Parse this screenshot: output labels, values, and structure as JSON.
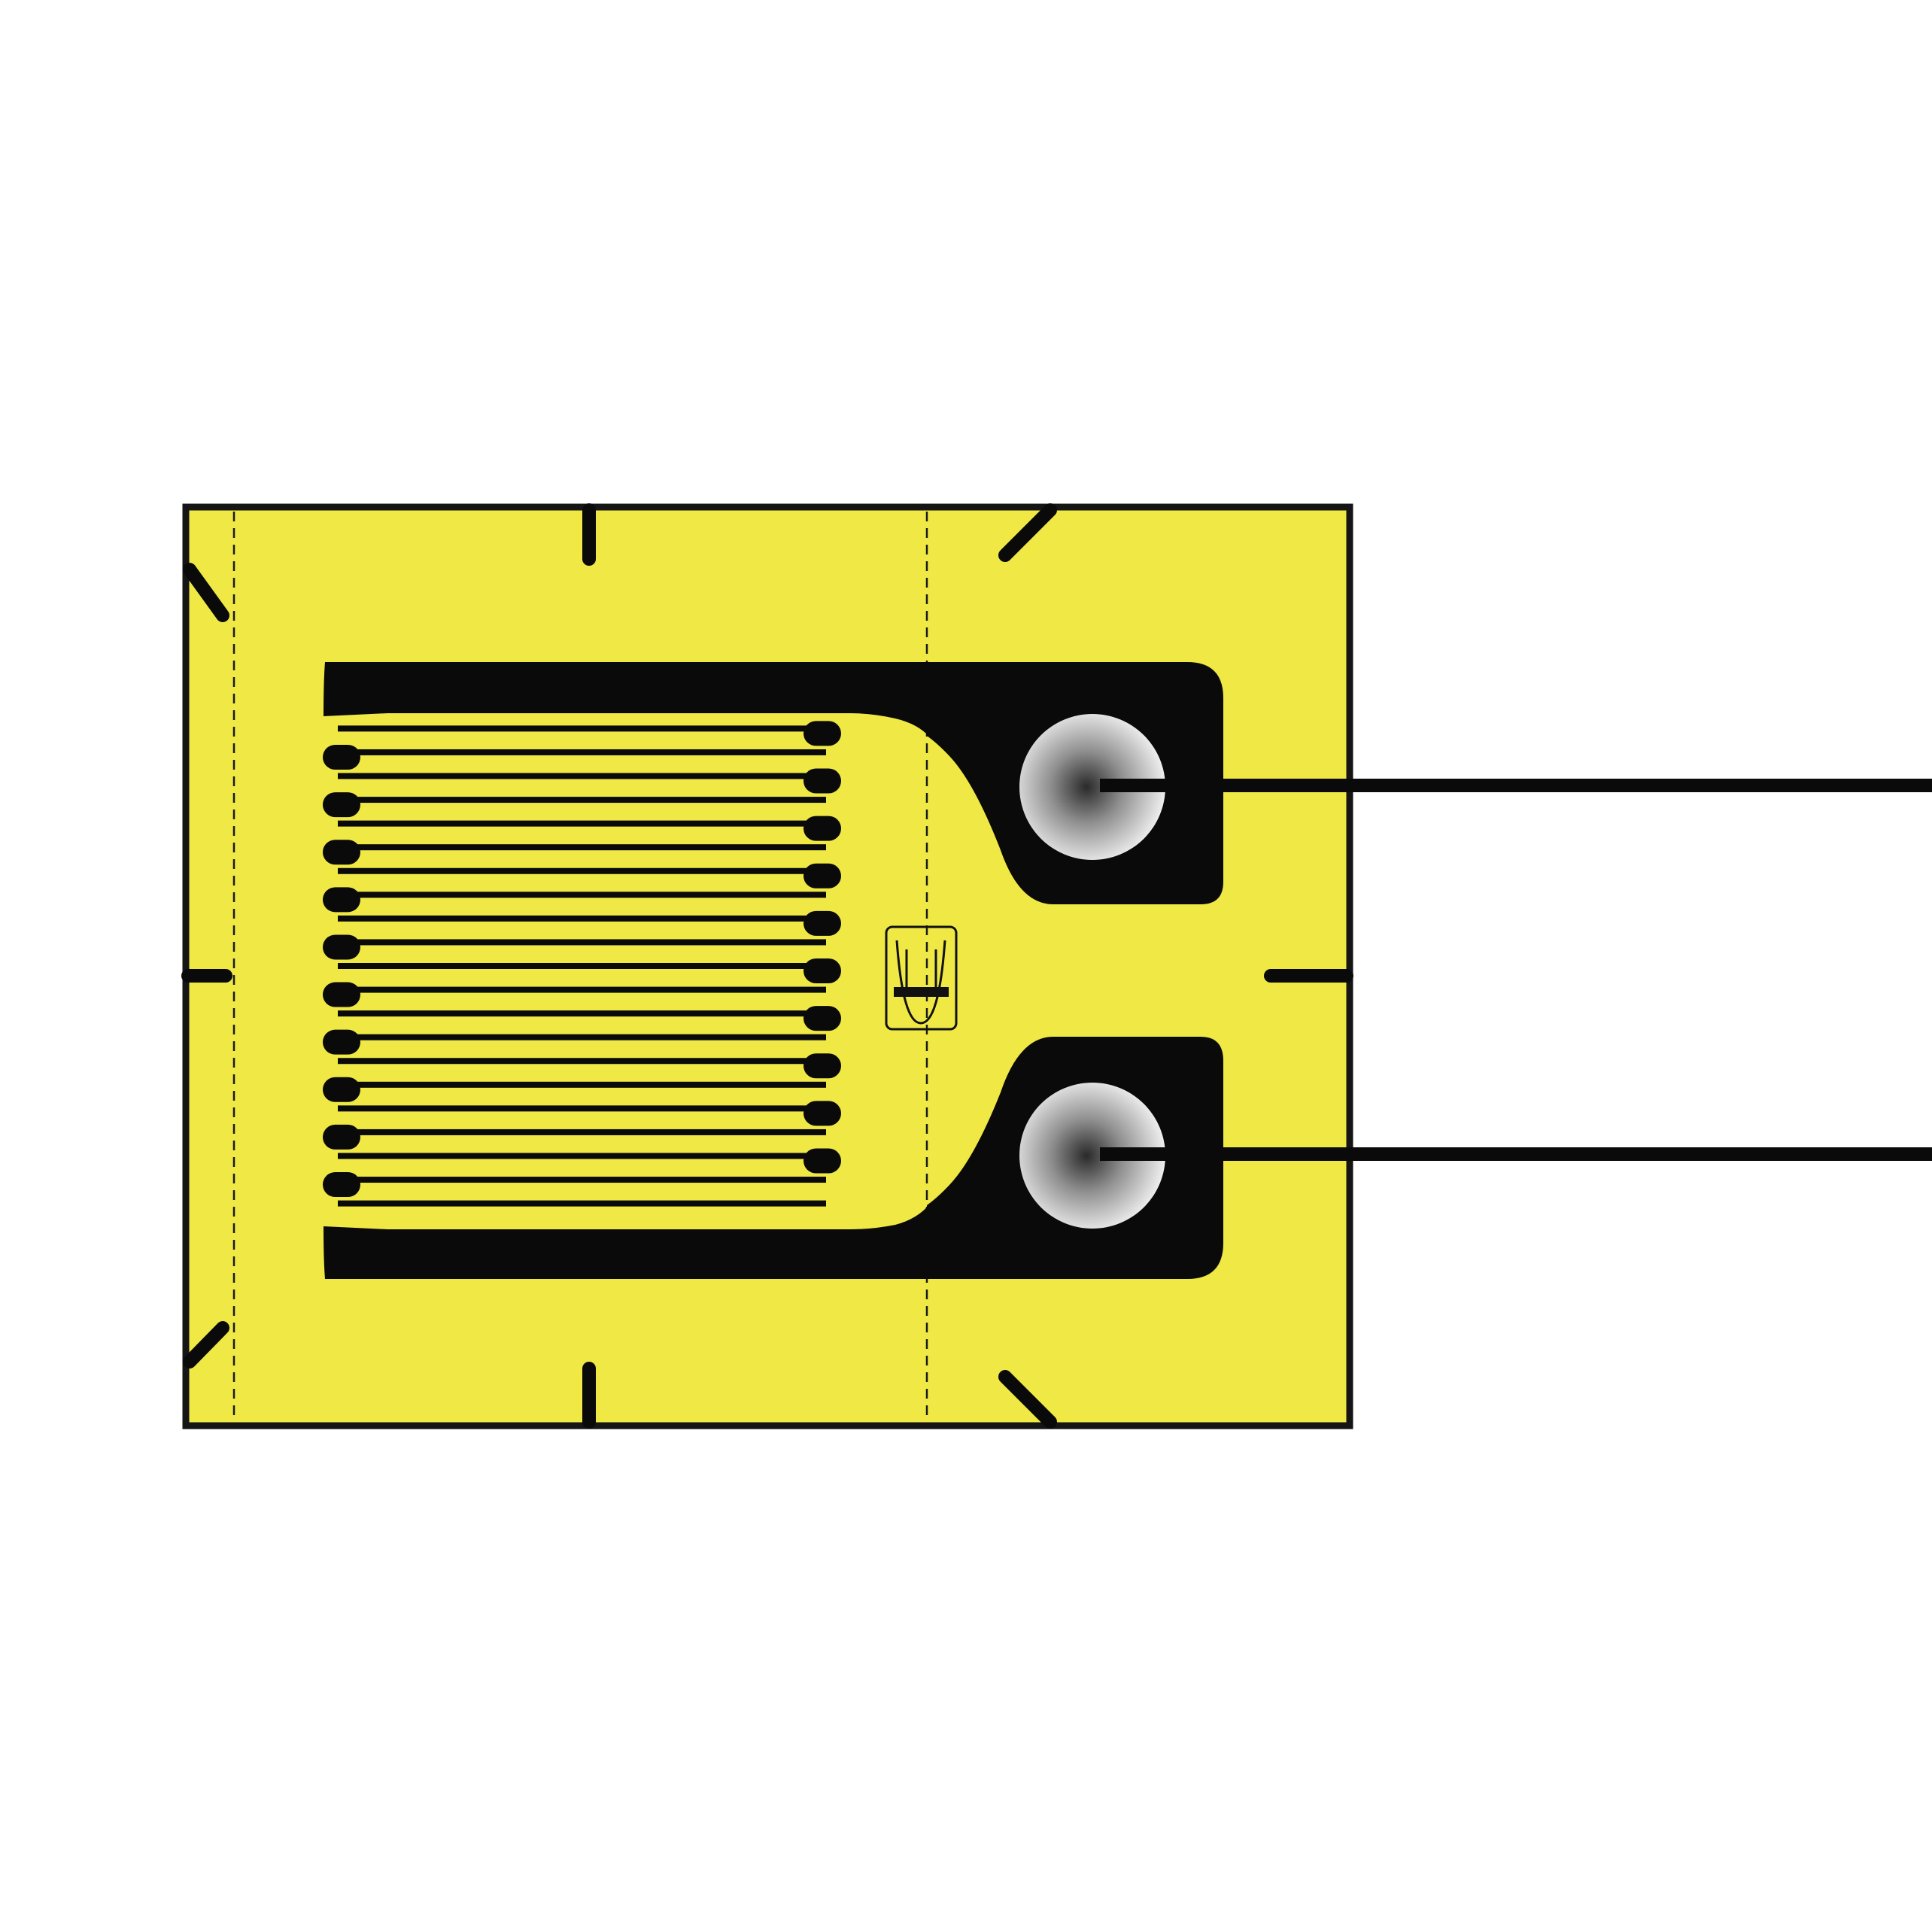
{
  "diagram": {
    "title": "",
    "subject": "foil-strain-gauge",
    "colors": {
      "background": "#ffffff",
      "carrier": "#efe845",
      "foil": "#0a0a0a",
      "outline": "#151515",
      "pad_center": "#2a2a2a",
      "pad_edge": "#f2f2f2"
    },
    "grid": {
      "loops_per_side": 10,
      "solder_pads": 2,
      "lead_wires": 2
    },
    "icons": [
      "alignment-mark-icon",
      "manufacturer-logo-icon"
    ]
  }
}
